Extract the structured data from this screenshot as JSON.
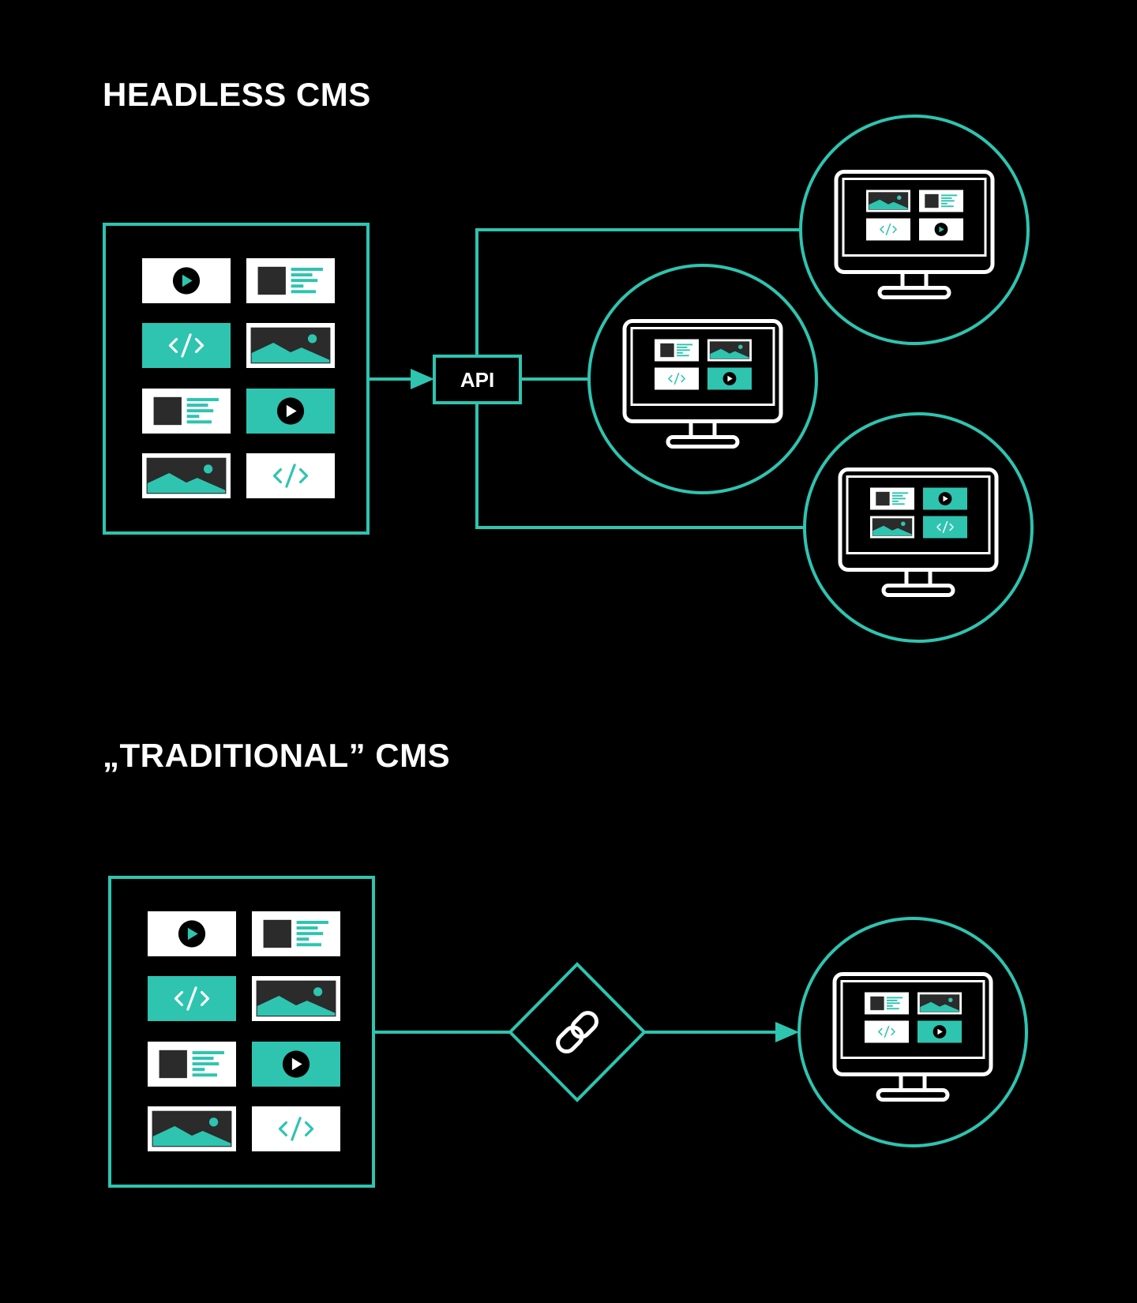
{
  "colors": {
    "background": "#000000",
    "accent": "#2ec4b0",
    "white": "#ffffff",
    "dark": "#2b2b2b"
  },
  "headless": {
    "title": "HEADLESS CMS",
    "api_label": "API",
    "content_tiles": [
      {
        "style": "white",
        "icon": "play-icon"
      },
      {
        "style": "white",
        "icon": "text-block-icon"
      },
      {
        "style": "teal",
        "icon": "code-icon"
      },
      {
        "style": "white",
        "icon": "image-icon"
      },
      {
        "style": "white",
        "icon": "text-block-icon"
      },
      {
        "style": "teal",
        "icon": "play-icon"
      },
      {
        "style": "white",
        "icon": "image-icon"
      },
      {
        "style": "white",
        "icon": "code-icon"
      }
    ],
    "display_count": 3
  },
  "traditional": {
    "title": "„TRADITIONAL” CMS",
    "link_icon": "chain-link-icon",
    "content_tiles": [
      {
        "style": "white",
        "icon": "play-icon"
      },
      {
        "style": "white",
        "icon": "text-block-icon"
      },
      {
        "style": "teal",
        "icon": "code-icon"
      },
      {
        "style": "white",
        "icon": "image-icon"
      },
      {
        "style": "white",
        "icon": "text-block-icon"
      },
      {
        "style": "teal",
        "icon": "play-icon"
      },
      {
        "style": "white",
        "icon": "image-icon"
      },
      {
        "style": "white",
        "icon": "code-icon"
      }
    ],
    "display_count": 1
  }
}
